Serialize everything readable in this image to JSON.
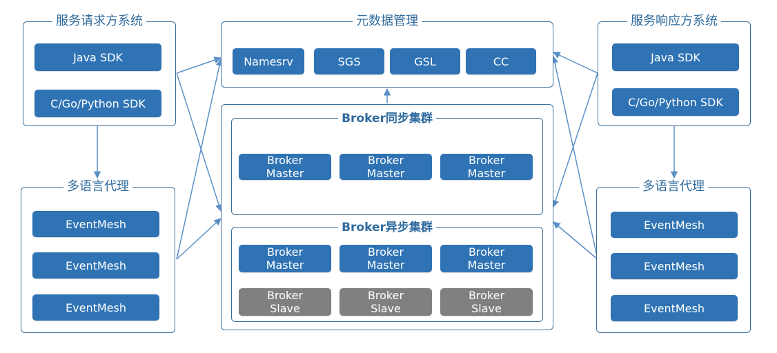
{
  "colors": {
    "box_blue": "#2f73b4",
    "box_gray": "#808080",
    "border": "#3a6f9a",
    "title": "#2f6b9e",
    "arrow": "#5b8fc7"
  },
  "left_sdk": {
    "title": "服务请求方系统",
    "items": [
      "Java SDK",
      "C/Go/Python SDK"
    ]
  },
  "left_proxy": {
    "title": "多语言代理",
    "items": [
      "EventMesh",
      "EventMesh",
      "EventMesh"
    ]
  },
  "meta": {
    "title": "元数据管理",
    "items": [
      "Namesrv",
      "SGS",
      "GSL",
      "CC"
    ]
  },
  "sync_cluster": {
    "title": "Broker同步集群",
    "masters": [
      "Broker\nMaster",
      "Broker\nMaster",
      "Broker\nMaster"
    ]
  },
  "async_cluster": {
    "title": "Broker异步集群",
    "masters": [
      "Broker\nMaster",
      "Broker\nMaster",
      "Broker\nMaster"
    ],
    "slaves": [
      "Broker\nSlave",
      "Broker\nSlave",
      "Broker\nSlave"
    ]
  },
  "right_sdk": {
    "title": "服务响应方系统",
    "items": [
      "Java SDK",
      "C/Go/Python SDK"
    ]
  },
  "right_proxy": {
    "title": "多语言代理",
    "items": [
      "EventMesh",
      "EventMesh",
      "EventMesh"
    ]
  }
}
